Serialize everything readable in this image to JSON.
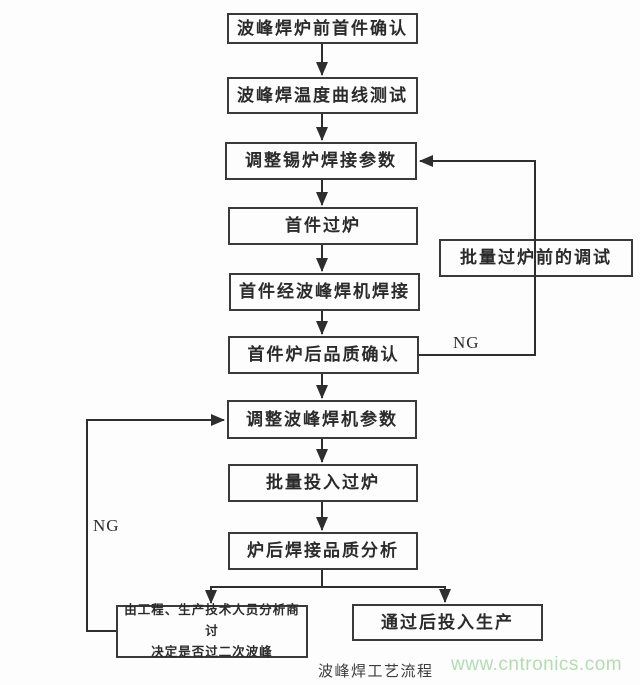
{
  "diagram": {
    "nodes": {
      "confirm_before": "波峰焊炉前首件确认",
      "temp_curve": "波峰焊温度曲线测试",
      "adjust_tin": "调整锡炉焊接参数",
      "first_pass": "首件过炉",
      "first_solder": "首件经波峰焊机焊接",
      "first_quality": "首件炉后品质确认",
      "adjust_wave": "调整波峰焊机参数",
      "batch_pass": "批量投入过炉",
      "post_analysis": "炉后焊接品质分析",
      "discuss_line1": "由工程、生产技术人员分析商讨",
      "discuss_line2": "决定是否过二次波峰",
      "production": "通过后投入生产",
      "debug_before_batch": "批量过炉前的调试"
    },
    "labels": {
      "ng_right": "NG",
      "ng_left": "NG",
      "caption": "波峰焊工艺流程",
      "watermark": "www.cntronics.com"
    },
    "theme": {
      "bg_color": "#fdfdfd",
      "line_color": "#2e2e2e",
      "box_border_color": "#3a3a3a",
      "text_color": "#2b2b2b",
      "watermark_color": "#b2ddb2",
      "caption_color": "#3c3c3c"
    }
  }
}
